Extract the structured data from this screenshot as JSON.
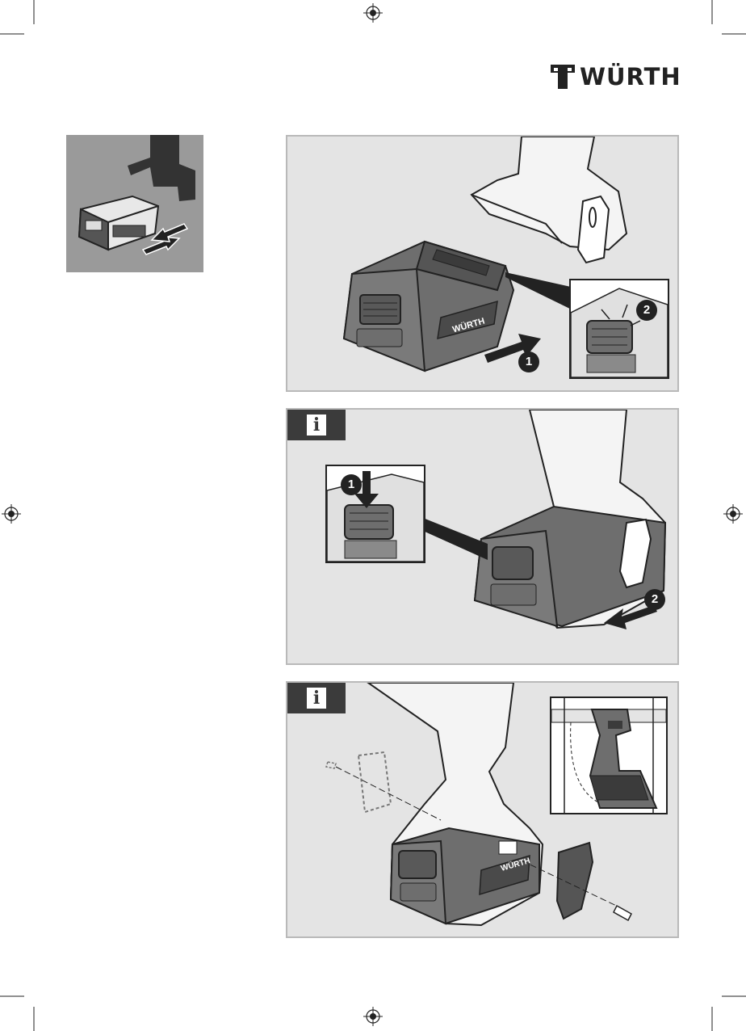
{
  "brand": {
    "name": "WÜRTH"
  },
  "panels": {
    "insert": {
      "step_number": "1",
      "detail_step_number": "2",
      "battery_brand": "WÜRTH"
    },
    "remove": {
      "info_symbol": "i",
      "detail_step_number": "1",
      "step_number": "2"
    },
    "belt_clip": {
      "info_symbol": "i",
      "battery_brand": "WÜRTH"
    }
  },
  "colors": {
    "panel_bg": "#e4e4e4",
    "dark": "#3b3b3b",
    "battery_gray": "#6e6e6e",
    "thumb_bg": "#9a9a9a"
  }
}
